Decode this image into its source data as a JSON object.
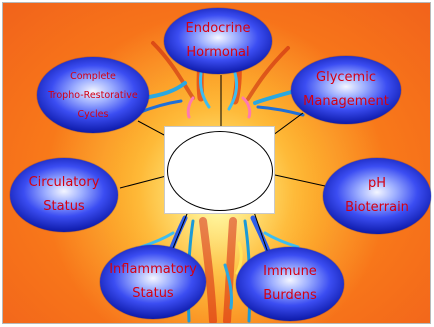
{
  "diagram": {
    "nodes": [
      {
        "id": "endocrine",
        "lines": [
          "Endocrine",
          "Hormonal"
        ]
      },
      {
        "id": "glycemic",
        "lines": [
          "Glycemic",
          "Management"
        ]
      },
      {
        "id": "ph",
        "lines": [
          "pH",
          "Bioterrain"
        ]
      },
      {
        "id": "immune",
        "lines": [
          "Immune",
          "Burdens"
        ]
      },
      {
        "id": "inflammatory",
        "lines": [
          "Inflammatory",
          "Status"
        ]
      },
      {
        "id": "circulatory",
        "lines": [
          "Circulatory",
          "Status"
        ]
      },
      {
        "id": "tropho",
        "lines": [
          "Complete",
          "Tropho-Restorative",
          "Cycles"
        ]
      }
    ],
    "center_label": "",
    "colors": {
      "bubble_dark": "#0c19a8",
      "bubble_mid": "#3b4df2",
      "bubble_highlight": "#f4f6ff",
      "text": "#d40012",
      "background_outer": "#ee5a1c",
      "background_inner": "#ffff99"
    }
  }
}
